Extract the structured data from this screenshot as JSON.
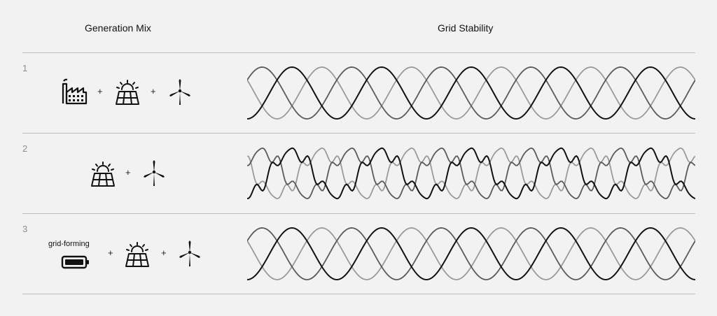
{
  "headers": {
    "mix": "Generation Mix",
    "grid": "Grid Stability"
  },
  "colors": {
    "background": "#f2f2f3",
    "phase_a": "#111111",
    "phase_b": "#5a5a5e",
    "phase_c": "#9a9a9e",
    "rule": "#b9b9bc"
  },
  "rows": [
    {
      "number": "1",
      "sources": [
        {
          "icon": "factory-icon"
        },
        {
          "separator": "+"
        },
        {
          "icon": "solar-panel-icon"
        },
        {
          "separator": "+"
        },
        {
          "icon": "wind-turbine-icon"
        }
      ],
      "waveform": "clean"
    },
    {
      "number": "2",
      "sources": [
        {
          "icon": "solar-panel-icon"
        },
        {
          "separator": "+"
        },
        {
          "icon": "wind-turbine-icon"
        }
      ],
      "waveform": "distorted"
    },
    {
      "number": "3",
      "sources": [
        {
          "icon": "battery-icon",
          "label": "grid-forming"
        },
        {
          "separator": "+"
        },
        {
          "icon": "solar-panel-icon"
        },
        {
          "separator": "+"
        },
        {
          "icon": "wind-turbine-icon"
        }
      ],
      "waveform": "clean"
    }
  ]
}
